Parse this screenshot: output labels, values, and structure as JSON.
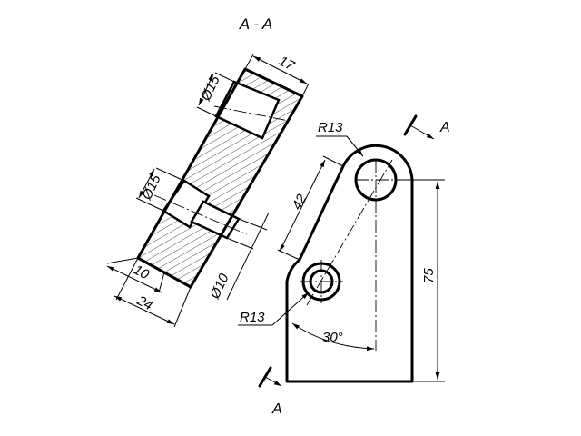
{
  "section_title": "A - A",
  "cut_labels": {
    "top": "A",
    "bottom": "A"
  },
  "dimensions": {
    "width_top": "17",
    "dia_top": "Ø15",
    "dia_mid": "Ø15",
    "dia_small": "Ø10",
    "len_10": "10",
    "len_24": "24",
    "dist_42": "42",
    "radius_top": "R13",
    "radius_bottom": "R13",
    "height_75": "75",
    "angle": "30°"
  }
}
